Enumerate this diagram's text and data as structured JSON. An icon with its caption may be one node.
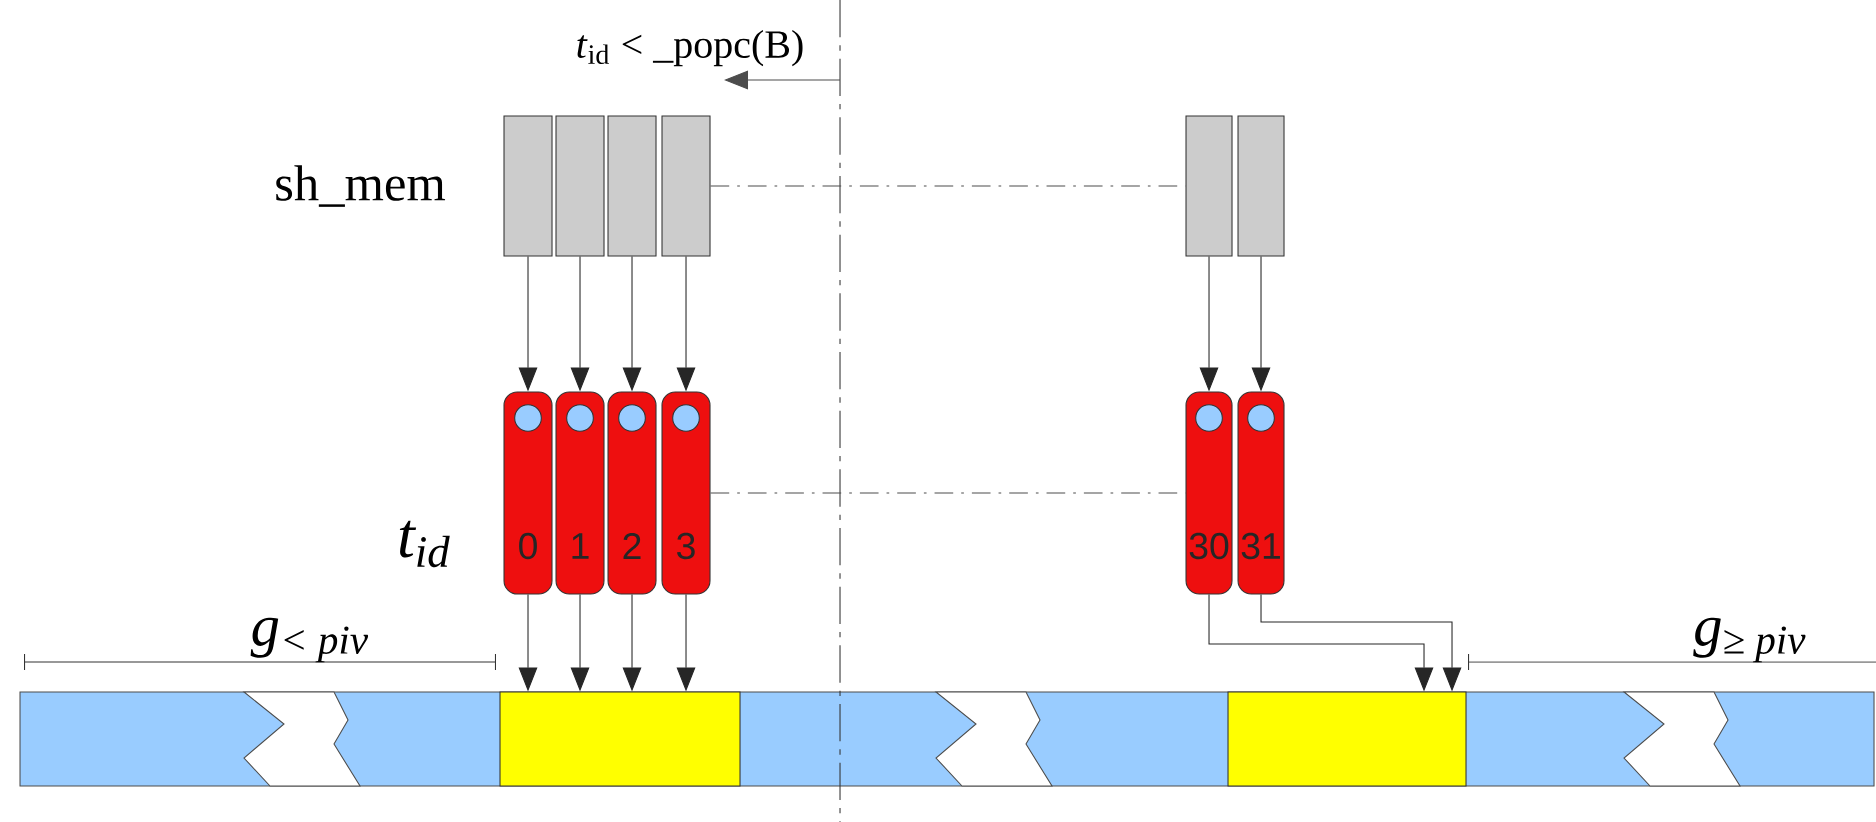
{
  "diagram": {
    "nodes": [
      {
        "text": [],
        "shape": "box"
      },
      {
        "text": [],
        "shape": "box"
      },
      {
        "text": [],
        "shape": "box"
      },
      {
        "text": [],
        "shape": "box"
      },
      {
        "text": [],
        "shape": "box"
      },
      {
        "text": [],
        "shape": "box"
      },
      {
        "text": [
          "0"
        ]
      },
      {
        "text": [
          "1"
        ]
      },
      {
        "text": [
          "2"
        ]
      },
      {
        "text": [
          "3"
        ]
      },
      {
        "text": [
          "30"
        ]
      },
      {
        "text": [
          "31"
        ]
      },
      {
        "text": [],
        "shape": "box"
      },
      {
        "text": [],
        "shape": "box"
      }
    ],
    "edges": [
      {
        "from": 0,
        "to": 6,
        "arrow": "to"
      },
      {
        "from": 1,
        "to": 7,
        "arrow": "to"
      },
      {
        "from": 2,
        "to": 8,
        "arrow": "to"
      },
      {
        "from": 3,
        "to": 9,
        "arrow": "to"
      },
      {
        "from": 4,
        "to": 10,
        "arrow": "to"
      },
      {
        "from": 5,
        "to": 11,
        "arrow": "to"
      },
      {
        "from": 6,
        "to": 12,
        "arrow": "to"
      },
      {
        "from": 7,
        "to": 12,
        "arrow": "to"
      },
      {
        "from": 8,
        "to": 12,
        "arrow": "to"
      },
      {
        "from": 9,
        "to": 12,
        "arrow": "to"
      },
      {
        "from": 10,
        "to": 13,
        "arrow": "to"
      },
      {
        "from": 11,
        "to": 13,
        "arrow": "to"
      },
      {
        "from": 3,
        "to": 4,
        "arrow": "none",
        "style": "dashed"
      },
      {
        "from": 9,
        "to": 10,
        "arrow": "none",
        "style": "dashed"
      }
    ],
    "labels": [
      "*t*$_{id}$ < _popc(B)",
      "sh_mem",
      "*t*$_{id}$",
      "*g*$_{< piv}$",
      "*g*$_{≥ piv}$"
    ]
  }
}
